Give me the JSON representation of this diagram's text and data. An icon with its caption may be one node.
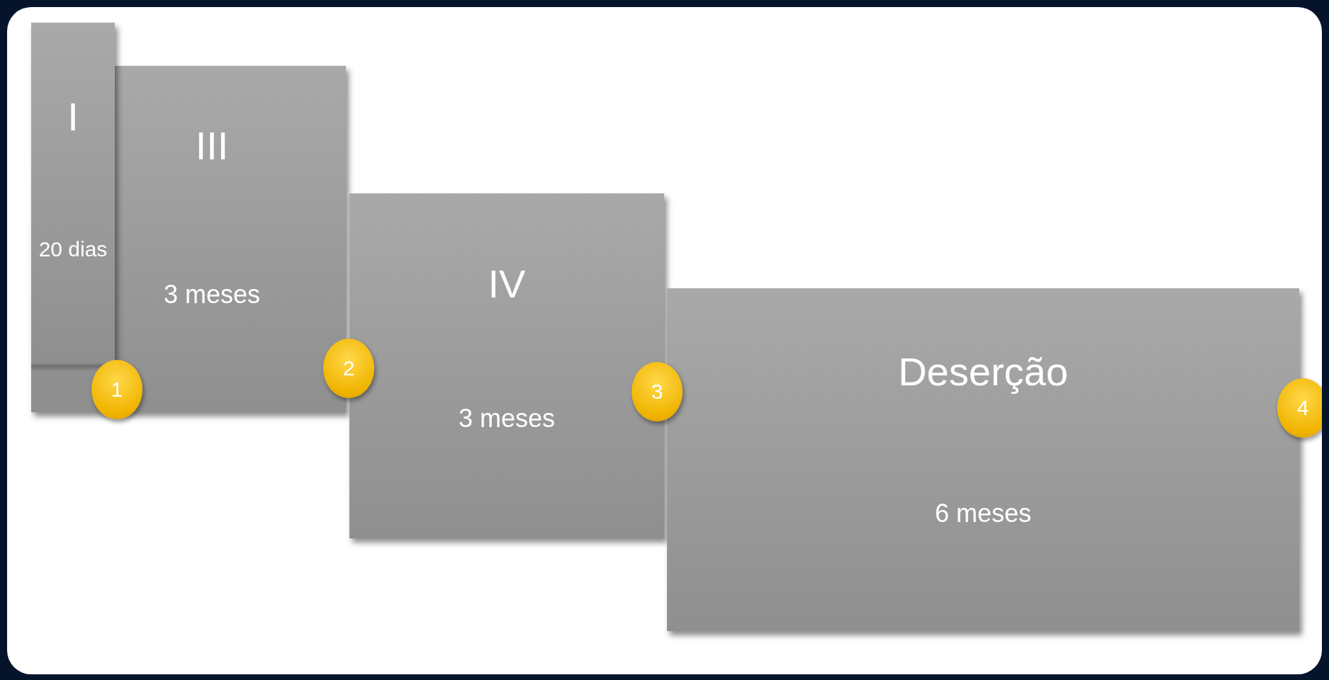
{
  "diagram": {
    "nodes": [
      {
        "text": [
          "I",
          "20 dias"
        ]
      },
      {
        "text": [
          "III",
          "3 meses"
        ]
      },
      {
        "text": [
          "IV",
          "3 meses"
        ]
      },
      {
        "text": [
          "Deserção",
          "6 meses"
        ]
      },
      {
        "text": [
          "1"
        ]
      },
      {
        "text": [
          "2"
        ]
      },
      {
        "text": [
          "3"
        ]
      },
      {
        "text": [
          "4"
        ]
      }
    ]
  }
}
